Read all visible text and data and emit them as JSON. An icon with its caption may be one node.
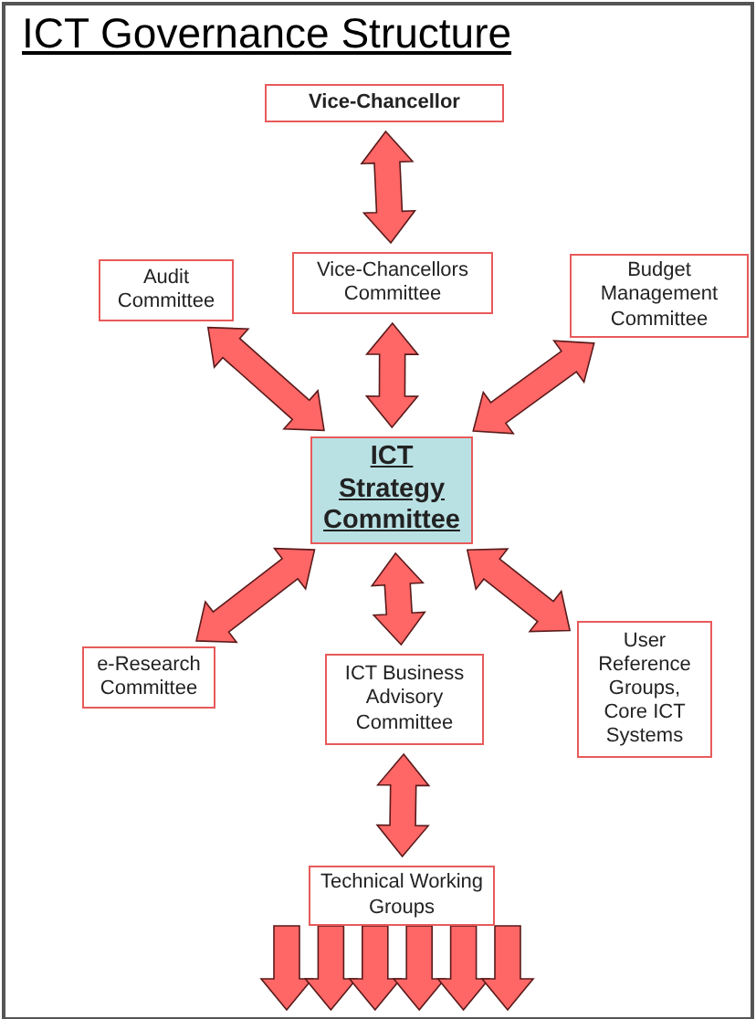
{
  "diagram": {
    "title": "ICT Governance Structure",
    "nodes": [
      {
        "text": [
          "Vice-Chancellor"
        ]
      },
      {
        "text": [
          "Audit Committee"
        ]
      },
      {
        "text": [
          "Vice-Chancellors Committee"
        ]
      },
      {
        "text": [
          "Budget Management Committee"
        ]
      },
      {
        "text": [
          "ICT Strategy Committee"
        ]
      },
      {
        "text": [
          "e-Research Committee"
        ]
      },
      {
        "text": [
          "ICT Business Advisory Committee"
        ]
      },
      {
        "text": [
          "User Reference Groups, Core ICT Systems"
        ]
      },
      {
        "text": [
          "Technical Working Groups"
        ]
      }
    ],
    "edges": [
      {
        "from": 0,
        "to": 2,
        "arrow": "both"
      },
      {
        "from": 1,
        "to": 4,
        "arrow": "both"
      },
      {
        "from": 2,
        "to": 4,
        "arrow": "both"
      },
      {
        "from": 3,
        "to": 4,
        "arrow": "both"
      },
      {
        "from": 4,
        "to": 5,
        "arrow": "both"
      },
      {
        "from": 4,
        "to": 6,
        "arrow": "both"
      },
      {
        "from": 4,
        "to": 7,
        "arrow": "both"
      },
      {
        "from": 6,
        "to": 8,
        "arrow": "both"
      },
      {
        "from": 8,
        "to": null,
        "arrow": "to"
      },
      {
        "from": 8,
        "to": null,
        "arrow": "to"
      },
      {
        "from": 8,
        "to": null,
        "arrow": "to"
      },
      {
        "from": 8,
        "to": null,
        "arrow": "to"
      },
      {
        "from": 8,
        "to": null,
        "arrow": "to"
      },
      {
        "from": 8,
        "to": null,
        "arrow": "to"
      }
    ]
  }
}
